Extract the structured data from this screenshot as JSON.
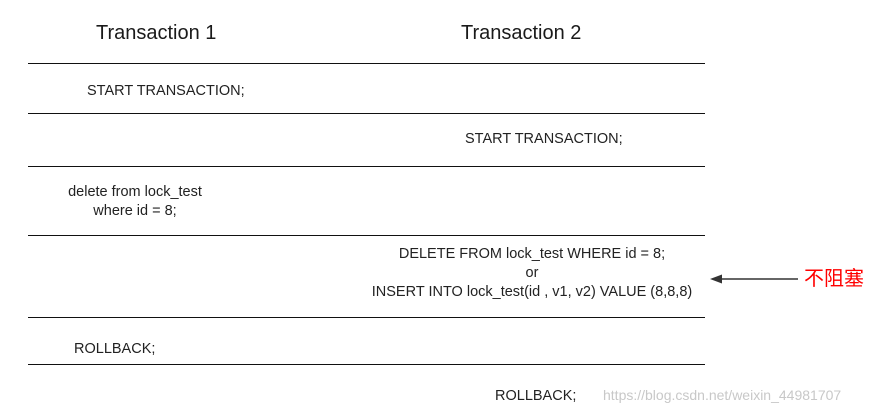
{
  "headers": {
    "t1": "Transaction 1",
    "t2": "Transaction 2"
  },
  "rows": [
    {
      "t1": "START TRANSACTION;"
    },
    {
      "t2": "START TRANSACTION;"
    },
    {
      "t1_lines": [
        "delete from lock_test",
        "where id = 8;"
      ]
    },
    {
      "t2_lines": [
        "DELETE FROM lock_test WHERE id = 8;",
        "or",
        "INSERT INTO lock_test(id , v1, v2) VALUE (8,8,8)"
      ]
    },
    {
      "t1": "ROLLBACK;"
    },
    {
      "t2": "ROLLBACK;"
    }
  ],
  "annotation": {
    "label": "不阻塞",
    "color": "#ff0000"
  },
  "watermark": "https://blog.csdn.net/weixin_44981707"
}
